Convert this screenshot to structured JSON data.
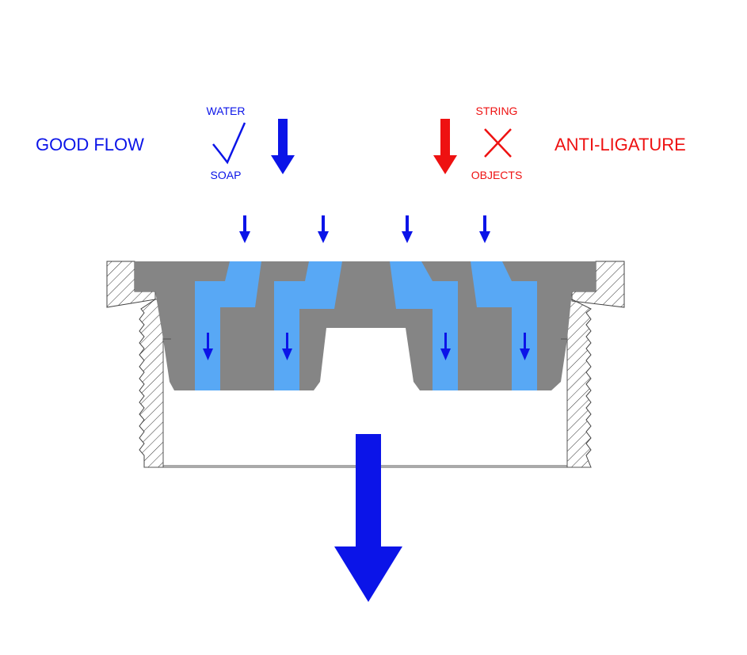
{
  "labels": {
    "good_flow": "GOOD FLOW",
    "water": "WATER",
    "soap": "SOAP",
    "string": "STRING",
    "objects": "OBJECTS",
    "anti_ligature": "ANTI-LIGATURE"
  },
  "icons": {
    "good": "check-icon",
    "bad": "cross-icon",
    "flow": "arrow-down-icon"
  },
  "colors": {
    "good": "#0b14e8",
    "bad": "#ee1111",
    "body": "#858585",
    "water_channel": "#58a8f5",
    "hatch": "#333333"
  }
}
